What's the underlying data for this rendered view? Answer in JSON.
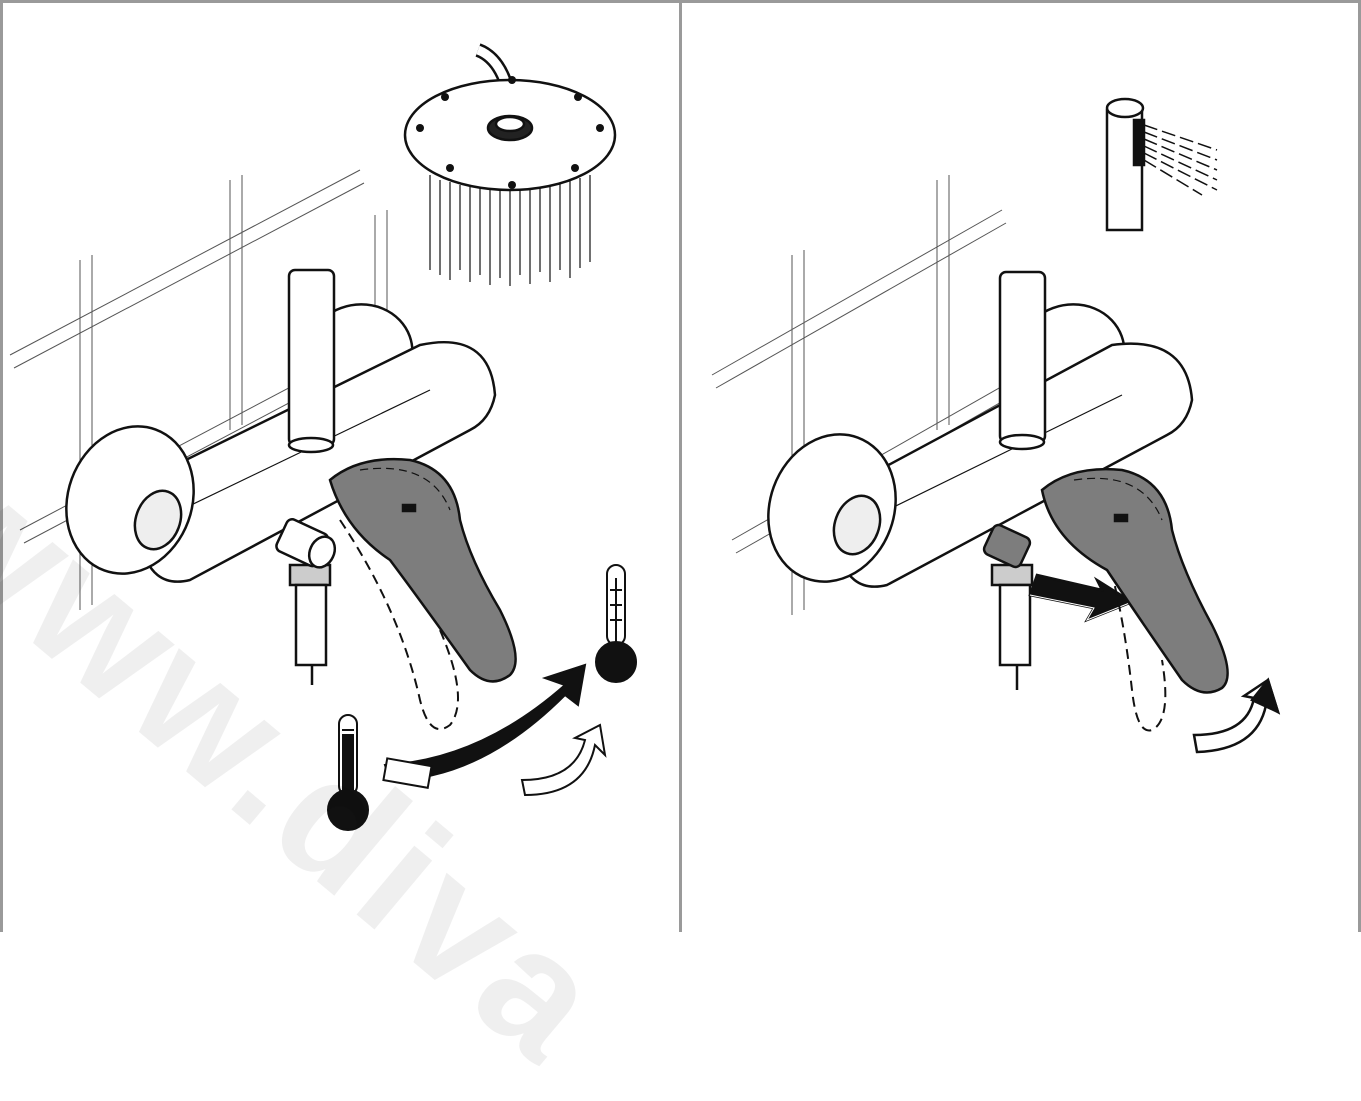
{
  "watermark": "www.diva",
  "colors": {
    "line": "#111111",
    "lever": "#7d7d7d",
    "border": "#9a9a9a",
    "tile": "#555555",
    "watermark": "#000000"
  },
  "panels": [
    {
      "id": "left",
      "outlet": "overhead-shower",
      "lever_action": "rotate-hot-cold",
      "diverter": "pulled-out"
    },
    {
      "id": "right",
      "outlet": "hand-shower",
      "lever_action": "open",
      "diverter": "pushed-in"
    }
  ]
}
